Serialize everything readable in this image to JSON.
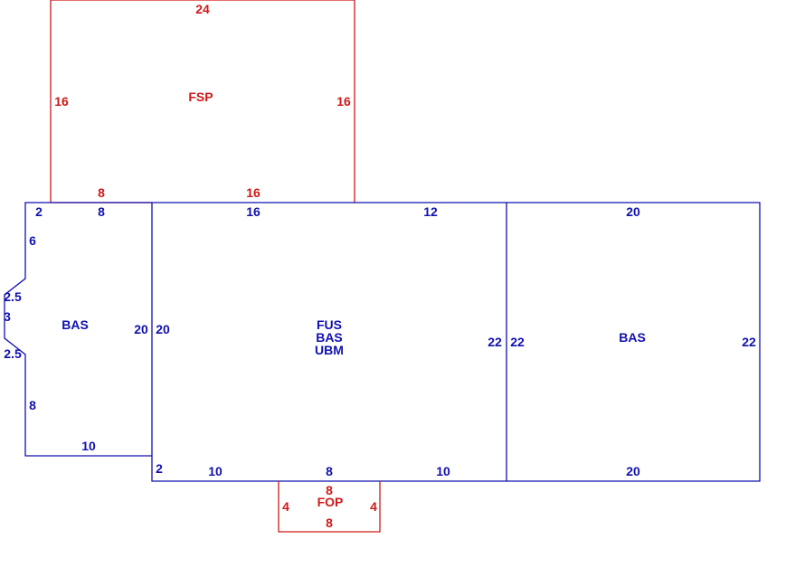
{
  "colors": {
    "blue": "#1010b0",
    "red": "#d01818"
  },
  "areas": {
    "fsp": "FSP",
    "bas_left": "BAS",
    "center": [
      "FUS",
      "BAS",
      "UBM"
    ],
    "bas_right": "BAS",
    "fop": "FOP"
  },
  "dims": {
    "fsp_top": "24",
    "fsp_left": "16",
    "fsp_right": "16",
    "fsp_bottom_a": "8",
    "fsp_bottom_b": "16",
    "left_top_a": "2",
    "left_top_b": "8",
    "left_upper": "6",
    "left_bay_top": "2.5",
    "left_bay_mid": "3",
    "left_bay_bottom": "2.5",
    "left_lower": "8",
    "left_bottom": "10",
    "left_right": "20",
    "center_left": "20",
    "center_top_a": "16",
    "center_top_b": "12",
    "center_right": "22",
    "center_step": "2",
    "center_bottom_a": "10",
    "center_bottom_b": "8",
    "center_bottom_c": "10",
    "right_top": "20",
    "right_left": "22",
    "right_right": "22",
    "right_bottom": "20",
    "fop_top": "8",
    "fop_left": "4",
    "fop_right": "4",
    "fop_bottom": "8"
  }
}
